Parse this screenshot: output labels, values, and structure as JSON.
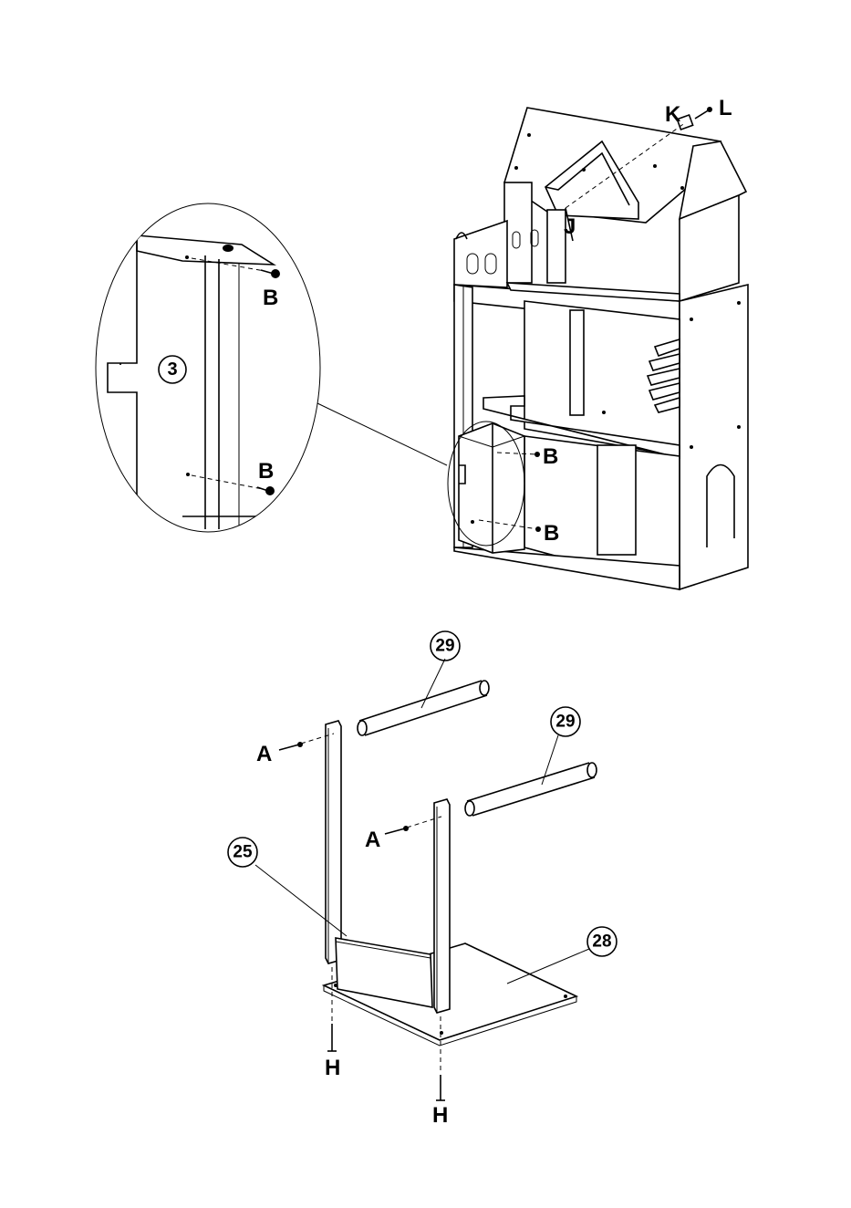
{
  "step1": {
    "labels": {
      "k": "K",
      "l": "L",
      "j": "J",
      "b_zoom_top": "B",
      "b_zoom_bottom": "B",
      "b_house_upper": "B",
      "b_house_lower": "B"
    },
    "part_numbers": {
      "zoom_part": "3"
    }
  },
  "step2": {
    "labels": {
      "a_left": "A",
      "a_right": "A",
      "h_left": "H",
      "h_right": "H"
    },
    "part_numbers": {
      "rod_back": "29",
      "rod_front": "29",
      "front_panel": "25",
      "base_panel": "28"
    }
  }
}
